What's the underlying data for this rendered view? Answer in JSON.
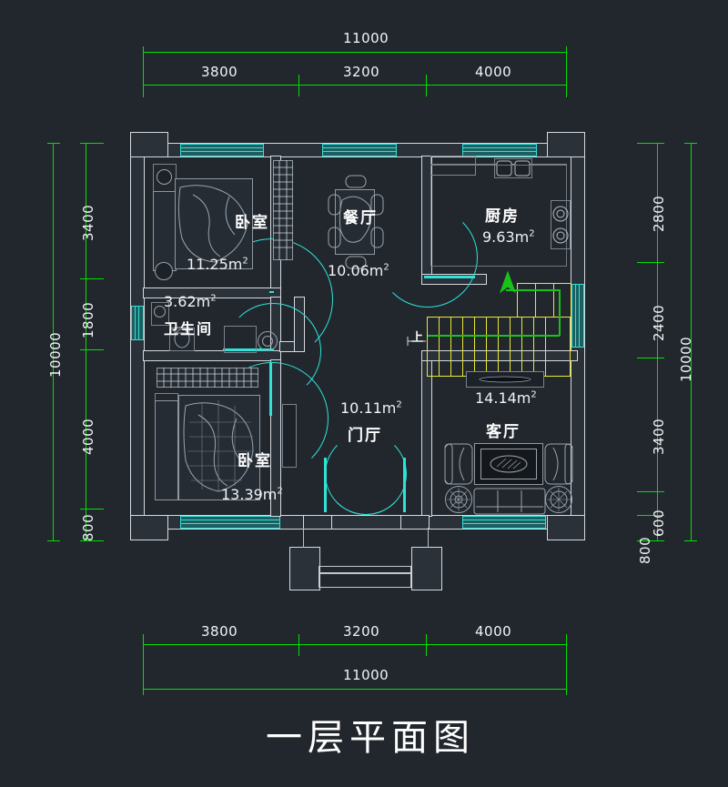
{
  "drawing": {
    "title": "一层平面图",
    "title_en": "First Floor Plan",
    "background_color": "#22272e",
    "wall_color": "#d6dade",
    "window_color": "#31e0d8",
    "door_color": "#2fe3d6",
    "dimension_color": "#00e000",
    "stair_color": "#e8e832",
    "arrow_color": "#19c219"
  },
  "dimensions": {
    "top": {
      "total": "11000",
      "segments": [
        "3800",
        "3200",
        "4000"
      ]
    },
    "bottom": {
      "total": "11000",
      "segments": [
        "3800",
        "3200",
        "4000"
      ]
    },
    "left": {
      "total": "10000",
      "segments": [
        "3400",
        "1800",
        "4000",
        "800"
      ]
    },
    "right": {
      "total": "10000",
      "segments": [
        "2800",
        "2400",
        "3400",
        "600",
        "800"
      ]
    }
  },
  "rooms": [
    {
      "id": "bedroom-upper",
      "name": "卧室",
      "area": "11.25m",
      "sup": "2"
    },
    {
      "id": "bathroom",
      "name": "卫生间",
      "area": "3.62m",
      "sup": "2"
    },
    {
      "id": "dining",
      "name": "餐厅",
      "area": "10.06m",
      "sup": "2"
    },
    {
      "id": "kitchen",
      "name": "厨房",
      "area": "9.63m",
      "sup": "2"
    },
    {
      "id": "living",
      "name": "客厅",
      "area": "14.14m",
      "sup": "2"
    },
    {
      "id": "foyer",
      "name": "门厅",
      "area": "10.11m",
      "sup": "2"
    },
    {
      "id": "bedroom-lower",
      "name": "卧室",
      "area": "13.39m",
      "sup": "2"
    }
  ],
  "stair": {
    "direction_label": "上"
  }
}
